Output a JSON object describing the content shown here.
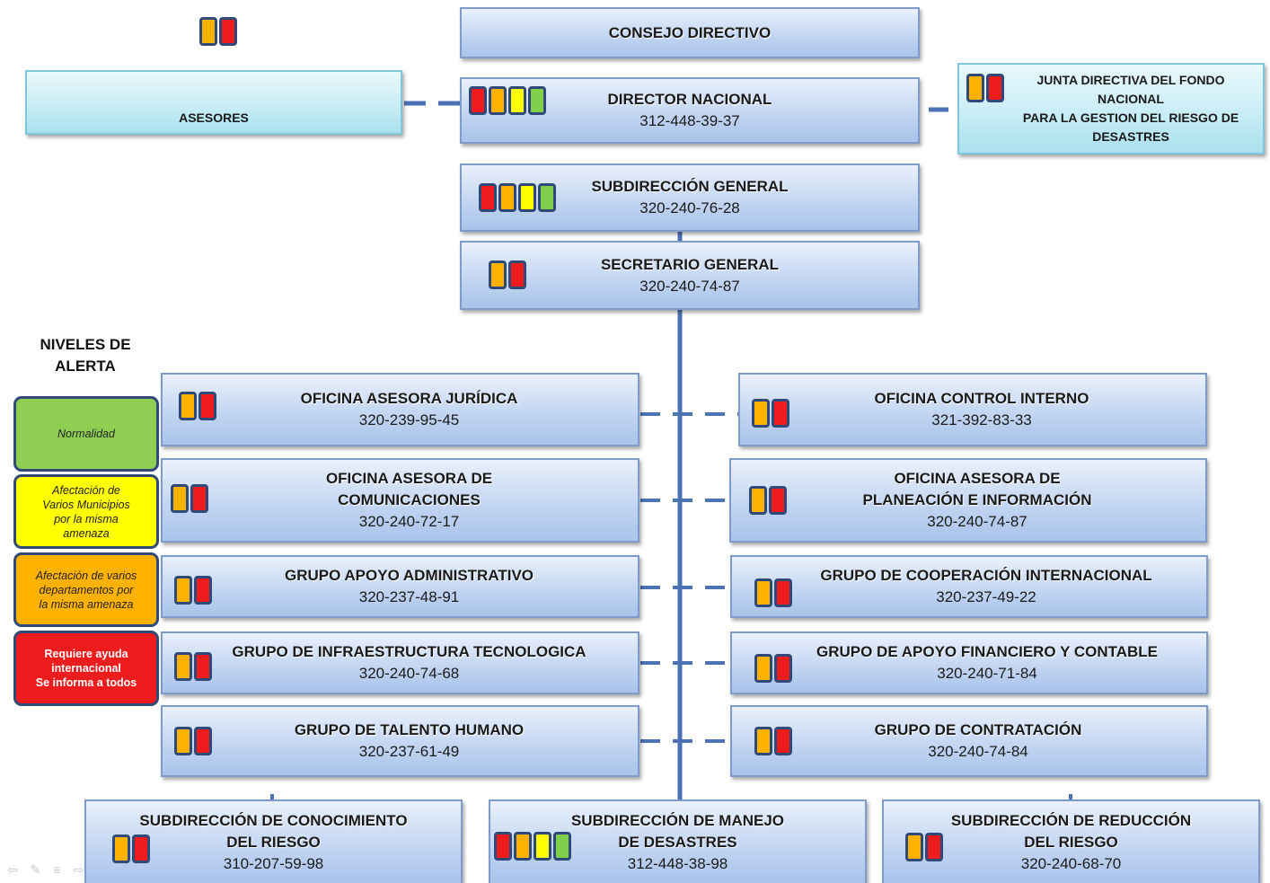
{
  "top": {
    "consejo": "CONSEJO DIRECTIVO",
    "asesores": "ASESORES",
    "director": {
      "title": "DIRECTOR NACIONAL",
      "phone": "312-448-39-37"
    },
    "junta": {
      "line1": "JUNTA DIRECTIVA DEL FONDO",
      "line2": "NACIONAL",
      "line3": "PARA LA GESTION DEL RIESGO DE",
      "line4": "DESASTRES"
    },
    "subdireccion": {
      "title": "SUBDIRECCIÓN GENERAL",
      "phone": "320-240-76-28"
    },
    "secretario": {
      "title": "SECRETARIO GENERAL",
      "phone": "320-240-74-87"
    }
  },
  "left_offices": [
    {
      "line1": "OFICINA ASESORA JURÍDICA",
      "phone": "320-239-95-45"
    },
    {
      "line1": "OFICINA ASESORA DE",
      "line2": "COMUNICACIONES",
      "phone": "320-240-72-17"
    },
    {
      "line1": "GRUPO APOYO ADMINISTRATIVO",
      "phone": "320-237-48-91"
    },
    {
      "line1": "GRUPO DE INFRAESTRUCTURA TECNOLOGICA",
      "phone": "320-240-74-68"
    },
    {
      "line1": "GRUPO DE TALENTO HUMANO",
      "phone": "320-237-61-49"
    }
  ],
  "right_offices": [
    {
      "line1": "OFICINA CONTROL INTERNO",
      "phone": "321-392-83-33"
    },
    {
      "line1": "OFICINA ASESORA DE",
      "line2": "PLANEACIÓN E INFORMACIÓN",
      "phone": "320-240-74-87"
    },
    {
      "line1": "GRUPO DE COOPERACIÓN INTERNACIONAL",
      "phone": "320-237-49-22"
    },
    {
      "line1": "GRUPO DE APOYO FINANCIERO Y CONTABLE",
      "phone": "320-240-71-84"
    },
    {
      "line1": "GRUPO DE CONTRATACIÓN",
      "phone": "320-240-74-84"
    }
  ],
  "bottom": [
    {
      "line1": "SUBDIRECCIÓN DE CONOCIMIENTO",
      "line2": "DEL RIESGO",
      "phone": "310-207-59-98"
    },
    {
      "line1": "SUBDIRECCIÓN DE MANEJO",
      "line2": "DE DESASTRES",
      "phone": "312-448-38-98"
    },
    {
      "line1": "SUBDIRECCIÓN DE REDUCCIÓN",
      "line2": "DEL RIESGO",
      "phone": "320-240-68-70"
    }
  ],
  "legend": {
    "title_line1": "NIVELES DE",
    "title_line2": "ALERTA",
    "levels": [
      {
        "color": "#8fce52",
        "lines": [
          "Normalidad"
        ]
      },
      {
        "color": "#ffff00",
        "lines": [
          "Afectación de",
          "Varios Municipios",
          "por la misma",
          "amenaza"
        ]
      },
      {
        "color": "#ffb300",
        "lines": [
          "Afectación de varios",
          "departamentos por",
          "la misma amenaza"
        ]
      },
      {
        "color": "#ee1c1c",
        "lines": [
          "Requiere ayuda",
          "internacional",
          "Se informa a todos"
        ]
      }
    ]
  },
  "colors": {
    "green": "#7fcf4b",
    "yellow": "#ffff00",
    "orange": "#ffb300",
    "red": "#ee1c1c",
    "line": "#4a72b5"
  }
}
